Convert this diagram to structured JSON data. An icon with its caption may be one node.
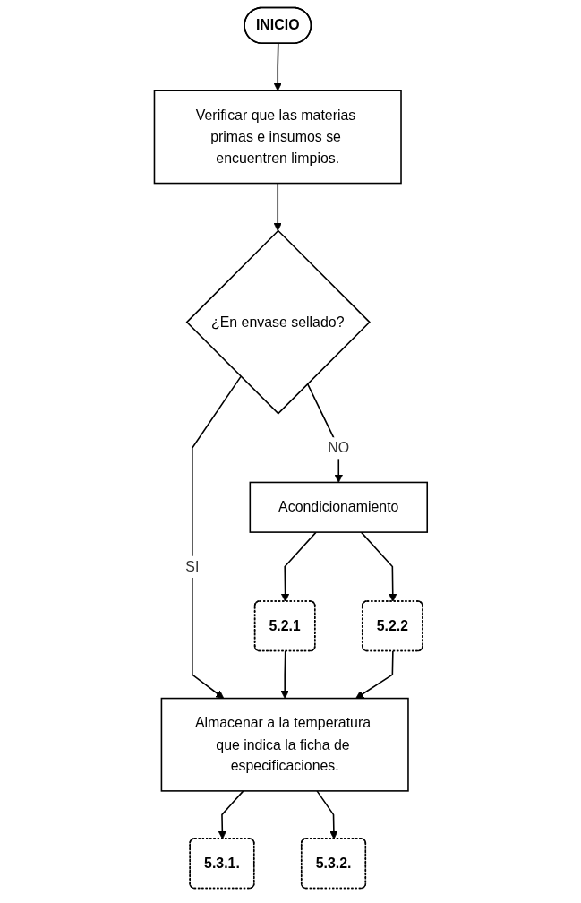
{
  "diagram": {
    "nodes": [
      {
        "text": [
          "INICIO"
        ]
      },
      {
        "text": [
          "Verificar que las materias primas e insumos se encuentren limpios."
        ]
      },
      {
        "text": [
          "¿En envase sellado?"
        ]
      },
      {
        "text": [
          "Acondicionamiento"
        ]
      },
      {
        "text": [
          "5.2.1"
        ]
      },
      {
        "text": [
          "5.2.2"
        ]
      },
      {
        "text": [
          "Almacenar a la temperatura que indica la ficha de especificaciones."
        ]
      },
      {
        "text": [
          "5.3.1."
        ]
      },
      {
        "text": [
          "5.3.2."
        ]
      }
    ],
    "edges": [
      {
        "from": 0,
        "to": 1,
        "arrow": "to"
      },
      {
        "from": 1,
        "to": 2,
        "arrow": "to"
      },
      {
        "from": 2,
        "to": 3,
        "arrow": "to",
        "label": "NO"
      },
      {
        "from": 3,
        "to": 4,
        "arrow": "to"
      },
      {
        "from": 3,
        "to": 5,
        "arrow": "to"
      },
      {
        "from": 2,
        "to": 6,
        "arrow": "to",
        "label": "SI"
      },
      {
        "from": 4,
        "to": 6,
        "arrow": "to"
      },
      {
        "from": 5,
        "to": 6,
        "arrow": "to"
      },
      {
        "from": 6,
        "to": 7,
        "arrow": "to"
      },
      {
        "from": 6,
        "to": 8,
        "arrow": "to"
      }
    ]
  }
}
